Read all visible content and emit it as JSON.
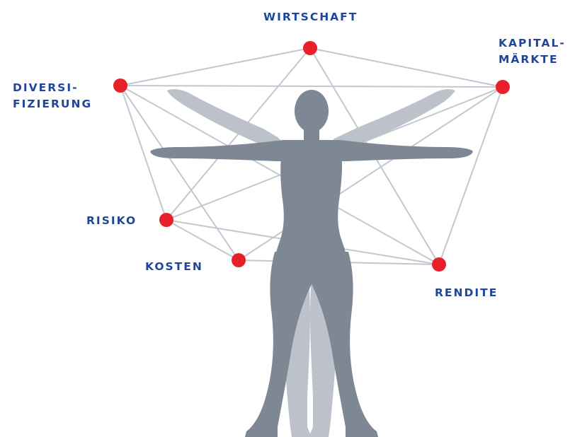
{
  "diagram": {
    "node_color": "#e8202a",
    "line_color": "#c3c7d1",
    "figure_dark_color": "#7e8895",
    "figure_light_color": "#bcc1ca",
    "label_color": "#1f4699",
    "labels": {
      "wirtschaft": "WIRTSCHAFT",
      "kapital_1": "KAPITAL-",
      "kapital_2": "MÄRKTE",
      "diversi_1": "DIVERSI-",
      "diversi_2": "FIZIERUNG",
      "risiko": "RISIKO",
      "kosten": "KOSTEN",
      "rendite": "RENDITE"
    }
  }
}
